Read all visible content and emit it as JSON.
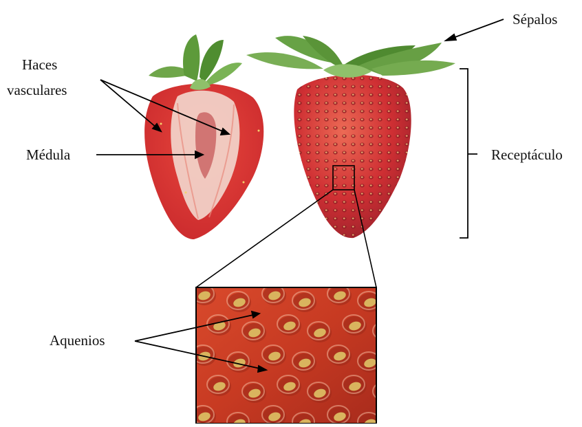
{
  "labels": {
    "sepalos": "Sépalos",
    "haces_line1": "Haces",
    "haces_line2": "vasculares",
    "medula": "Médula",
    "receptaculo": "Receptáculo",
    "aquenios": "Aquenios"
  },
  "colors": {
    "strawberry_red": "#d8342e",
    "strawberry_dark": "#a8242a",
    "flesh_pale": "#f4d8cf",
    "leaf_green": "#5f9b3d",
    "leaf_dark": "#3f7a28",
    "zoom_bg": "#c93a23",
    "achene_yellow": "#d8b45a",
    "line": "#000000"
  }
}
